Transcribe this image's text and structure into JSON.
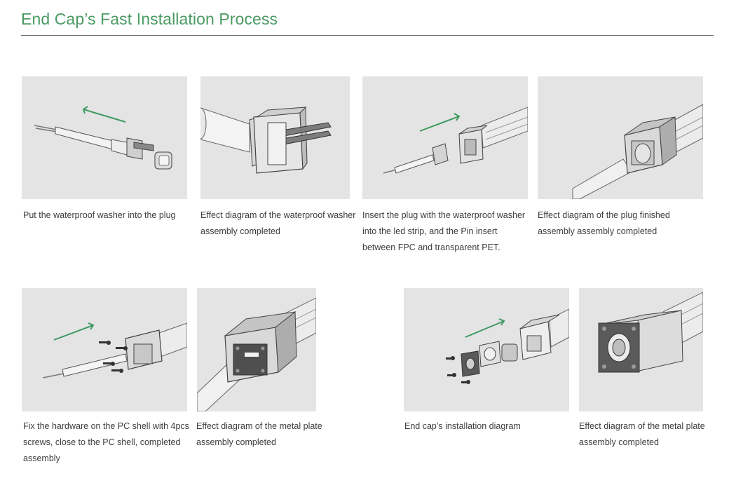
{
  "page": {
    "title": "End Cap’s Fast Installation Process",
    "accent_color": "#4a9a62",
    "arrow_color": "#3f9a62"
  },
  "steps": [
    {
      "caption_lines": [
        "Put the waterproof washer into the plug"
      ]
    },
    {
      "caption_lines": [
        "Effect diagram of the waterproof washer",
        "assembly completed"
      ]
    },
    {
      "caption_lines": [
        "Insert the plug with the waterproof washer",
        "into the led strip, and the Pin insert",
        "between FPC and transparent PET."
      ]
    },
    {
      "caption_lines": [
        "Effect diagram of the plug finished",
        "assembly assembly completed"
      ]
    },
    {
      "caption_lines": [
        "Fix the hardware on the PC shell with 4pcs",
        "screws, close to the PC shell, completed",
        "assembly"
      ]
    },
    {
      "caption_lines": [
        "Effect diagram of the metal plate",
        "assembly completed"
      ]
    },
    {
      "caption_lines": [
        "End cap’s installation diagram"
      ]
    },
    {
      "caption_lines": [
        "Effect diagram of the metal plate",
        "assembly completed"
      ]
    }
  ]
}
